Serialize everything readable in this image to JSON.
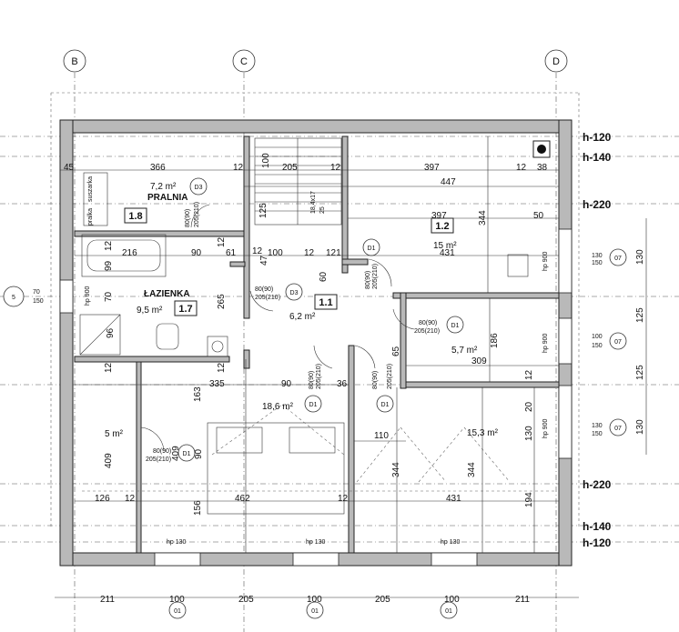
{
  "axes": {
    "b": "B",
    "c": "C",
    "d": "D",
    "side_mark": "5"
  },
  "levels": {
    "h120_top": "h-120",
    "h140_top": "h-140",
    "h220_top": "h-220",
    "h220_bot": "h-220",
    "h140_bot": "h-140",
    "h120_bot": "h-120"
  },
  "rooms": {
    "pralnia": {
      "name": "PRALNIA",
      "area": "7,2 m²",
      "num": "1.8",
      "label_a": "pralka",
      "label_b": "suszarka"
    },
    "lazienka": {
      "name": "ŁAZIENKA",
      "area": "9,5 m²",
      "num": "1.7"
    },
    "r12": {
      "area": "15 m²",
      "num": "1.2"
    },
    "r11": {
      "area": "6,2 m²",
      "num": "1.1"
    },
    "r57": {
      "area": "5,7 m²"
    },
    "r186": {
      "area": "18,6 m²"
    },
    "r5": {
      "area": "5 m²"
    },
    "r153": {
      "area": "15,3 m²"
    }
  },
  "doors": {
    "d3": "D3",
    "d1": "D1",
    "d80": "80(90)",
    "d205": "205(210)"
  },
  "windows": {
    "o7": "07",
    "o1": "01",
    "hp900": "hp 900",
    "hp130": "hp 130"
  },
  "dims": {
    "d45": "45",
    "d366": "366",
    "d12": "12",
    "d205": "205",
    "d397": "397",
    "d38": "38",
    "d447": "447",
    "d100": "100",
    "d125": "125",
    "d344": "344",
    "d50": "50",
    "d216": "216",
    "d90": "90",
    "d61": "61",
    "d121": "121",
    "d431": "431",
    "d99": "99",
    "d70": "70",
    "d265": "265",
    "d60": "60",
    "d96": "96",
    "d65": "65",
    "d186": "186",
    "d309": "309",
    "d335": "335",
    "d163": "163",
    "d36": "36",
    "d20": "20",
    "d110": "110",
    "d130": "130",
    "d409": "409",
    "d126": "126",
    "d462": "462",
    "d156": "156",
    "d194": "194",
    "d211": "211",
    "d150": "150",
    "d47": "47",
    "stair": "18,4x17",
    "stair2": "25"
  }
}
